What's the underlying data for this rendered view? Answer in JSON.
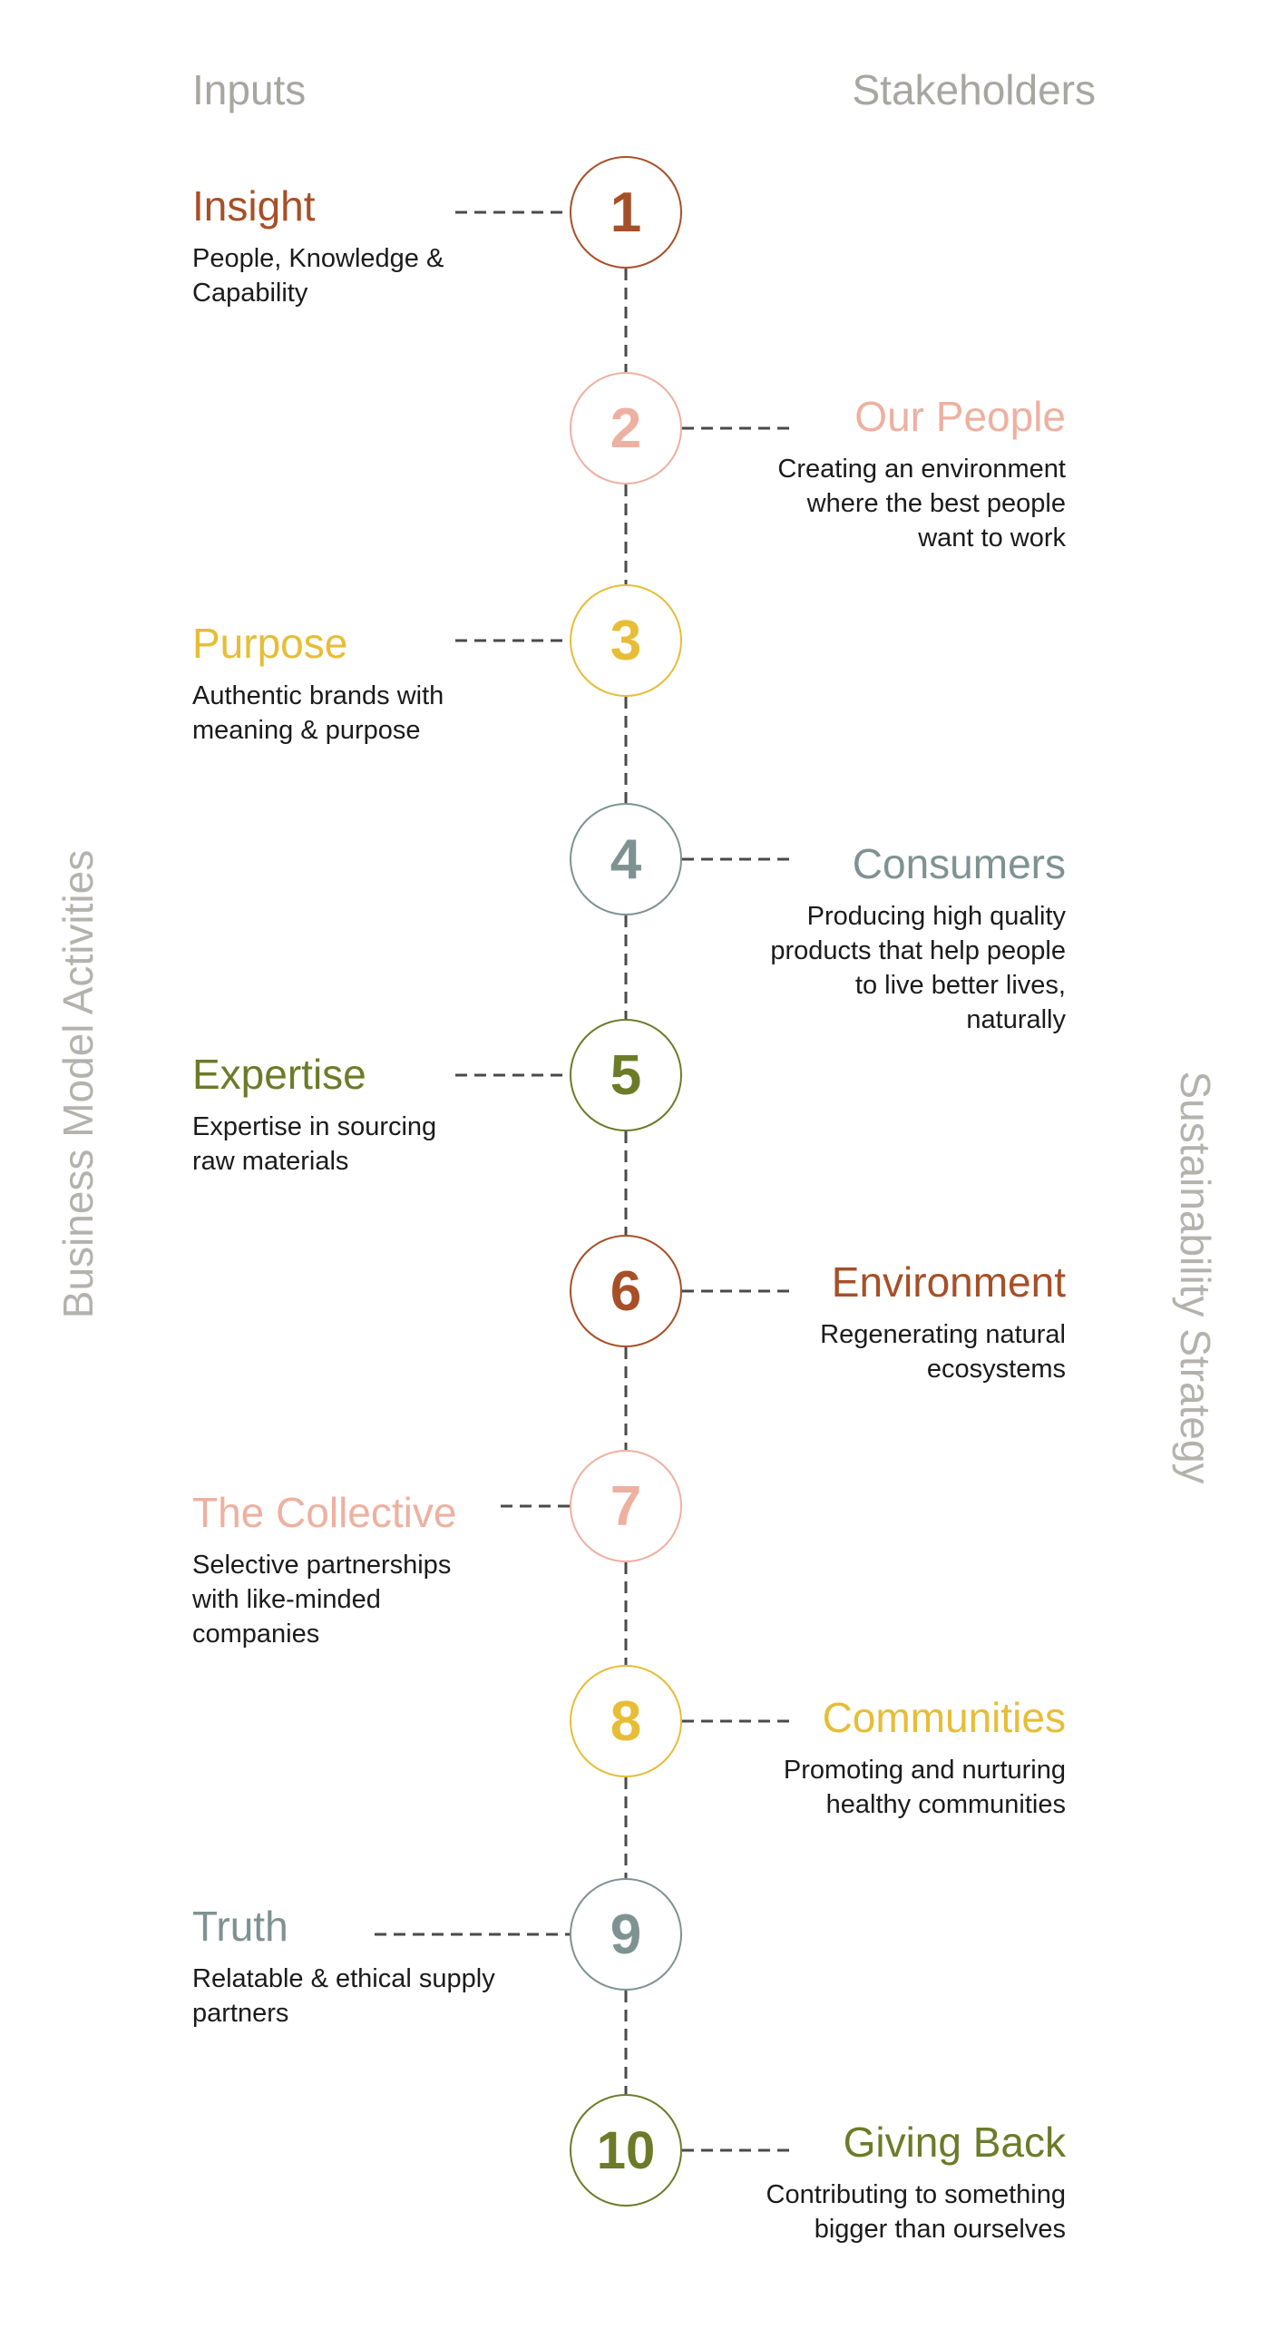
{
  "headers": {
    "inputs": "Inputs",
    "stakeholders": "Stakeholders"
  },
  "side_labels": {
    "left": "Business Model Activities",
    "right": "Sustainability Strategy"
  },
  "colors": {
    "rust": "#a74f27",
    "blush": "#eeb0a0",
    "mustard": "#e7bd36",
    "slate": "#7f9292",
    "olive": "#6c7b28",
    "connector": "#4a4a4a",
    "muted_text": "#a7a6a0"
  },
  "steps": [
    {
      "number": "1",
      "color": "#a74f27",
      "side": "left",
      "title": "Insight",
      "description": "People, Knowledge &\nCapability"
    },
    {
      "number": "2",
      "color": "#eeb0a0",
      "side": "right",
      "title": "Our People",
      "description": "Creating an environment\nwhere the best people\nwant to work"
    },
    {
      "number": "3",
      "color": "#e7bd36",
      "side": "left",
      "title": "Purpose",
      "description": "Authentic brands with\nmeaning & purpose"
    },
    {
      "number": "4",
      "color": "#7f9292",
      "side": "right",
      "title": "Consumers",
      "description": "Producing high quality\nproducts that help people\nto live better lives,\nnaturally"
    },
    {
      "number": "5",
      "color": "#6c7b28",
      "side": "left",
      "title": "Expertise",
      "description": "Expertise in sourcing\nraw materials"
    },
    {
      "number": "6",
      "color": "#a74f27",
      "side": "right",
      "title": "Environment",
      "description": "Regenerating natural\necosystems"
    },
    {
      "number": "7",
      "color": "#eeb0a0",
      "side": "left",
      "title": "The Collective",
      "description": "Selective partnerships\nwith like-minded\ncompanies"
    },
    {
      "number": "8",
      "color": "#e7bd36",
      "side": "right",
      "title": "Communities",
      "description": "Promoting and nurturing\nhealthy communities"
    },
    {
      "number": "9",
      "color": "#7f9292",
      "side": "left",
      "title": "Truth",
      "description": "Relatable & ethical supply\npartners"
    },
    {
      "number": "10",
      "color": "#6c7b28",
      "side": "right",
      "title": "Giving Back",
      "description": "Contributing to something\nbigger than ourselves"
    }
  ]
}
